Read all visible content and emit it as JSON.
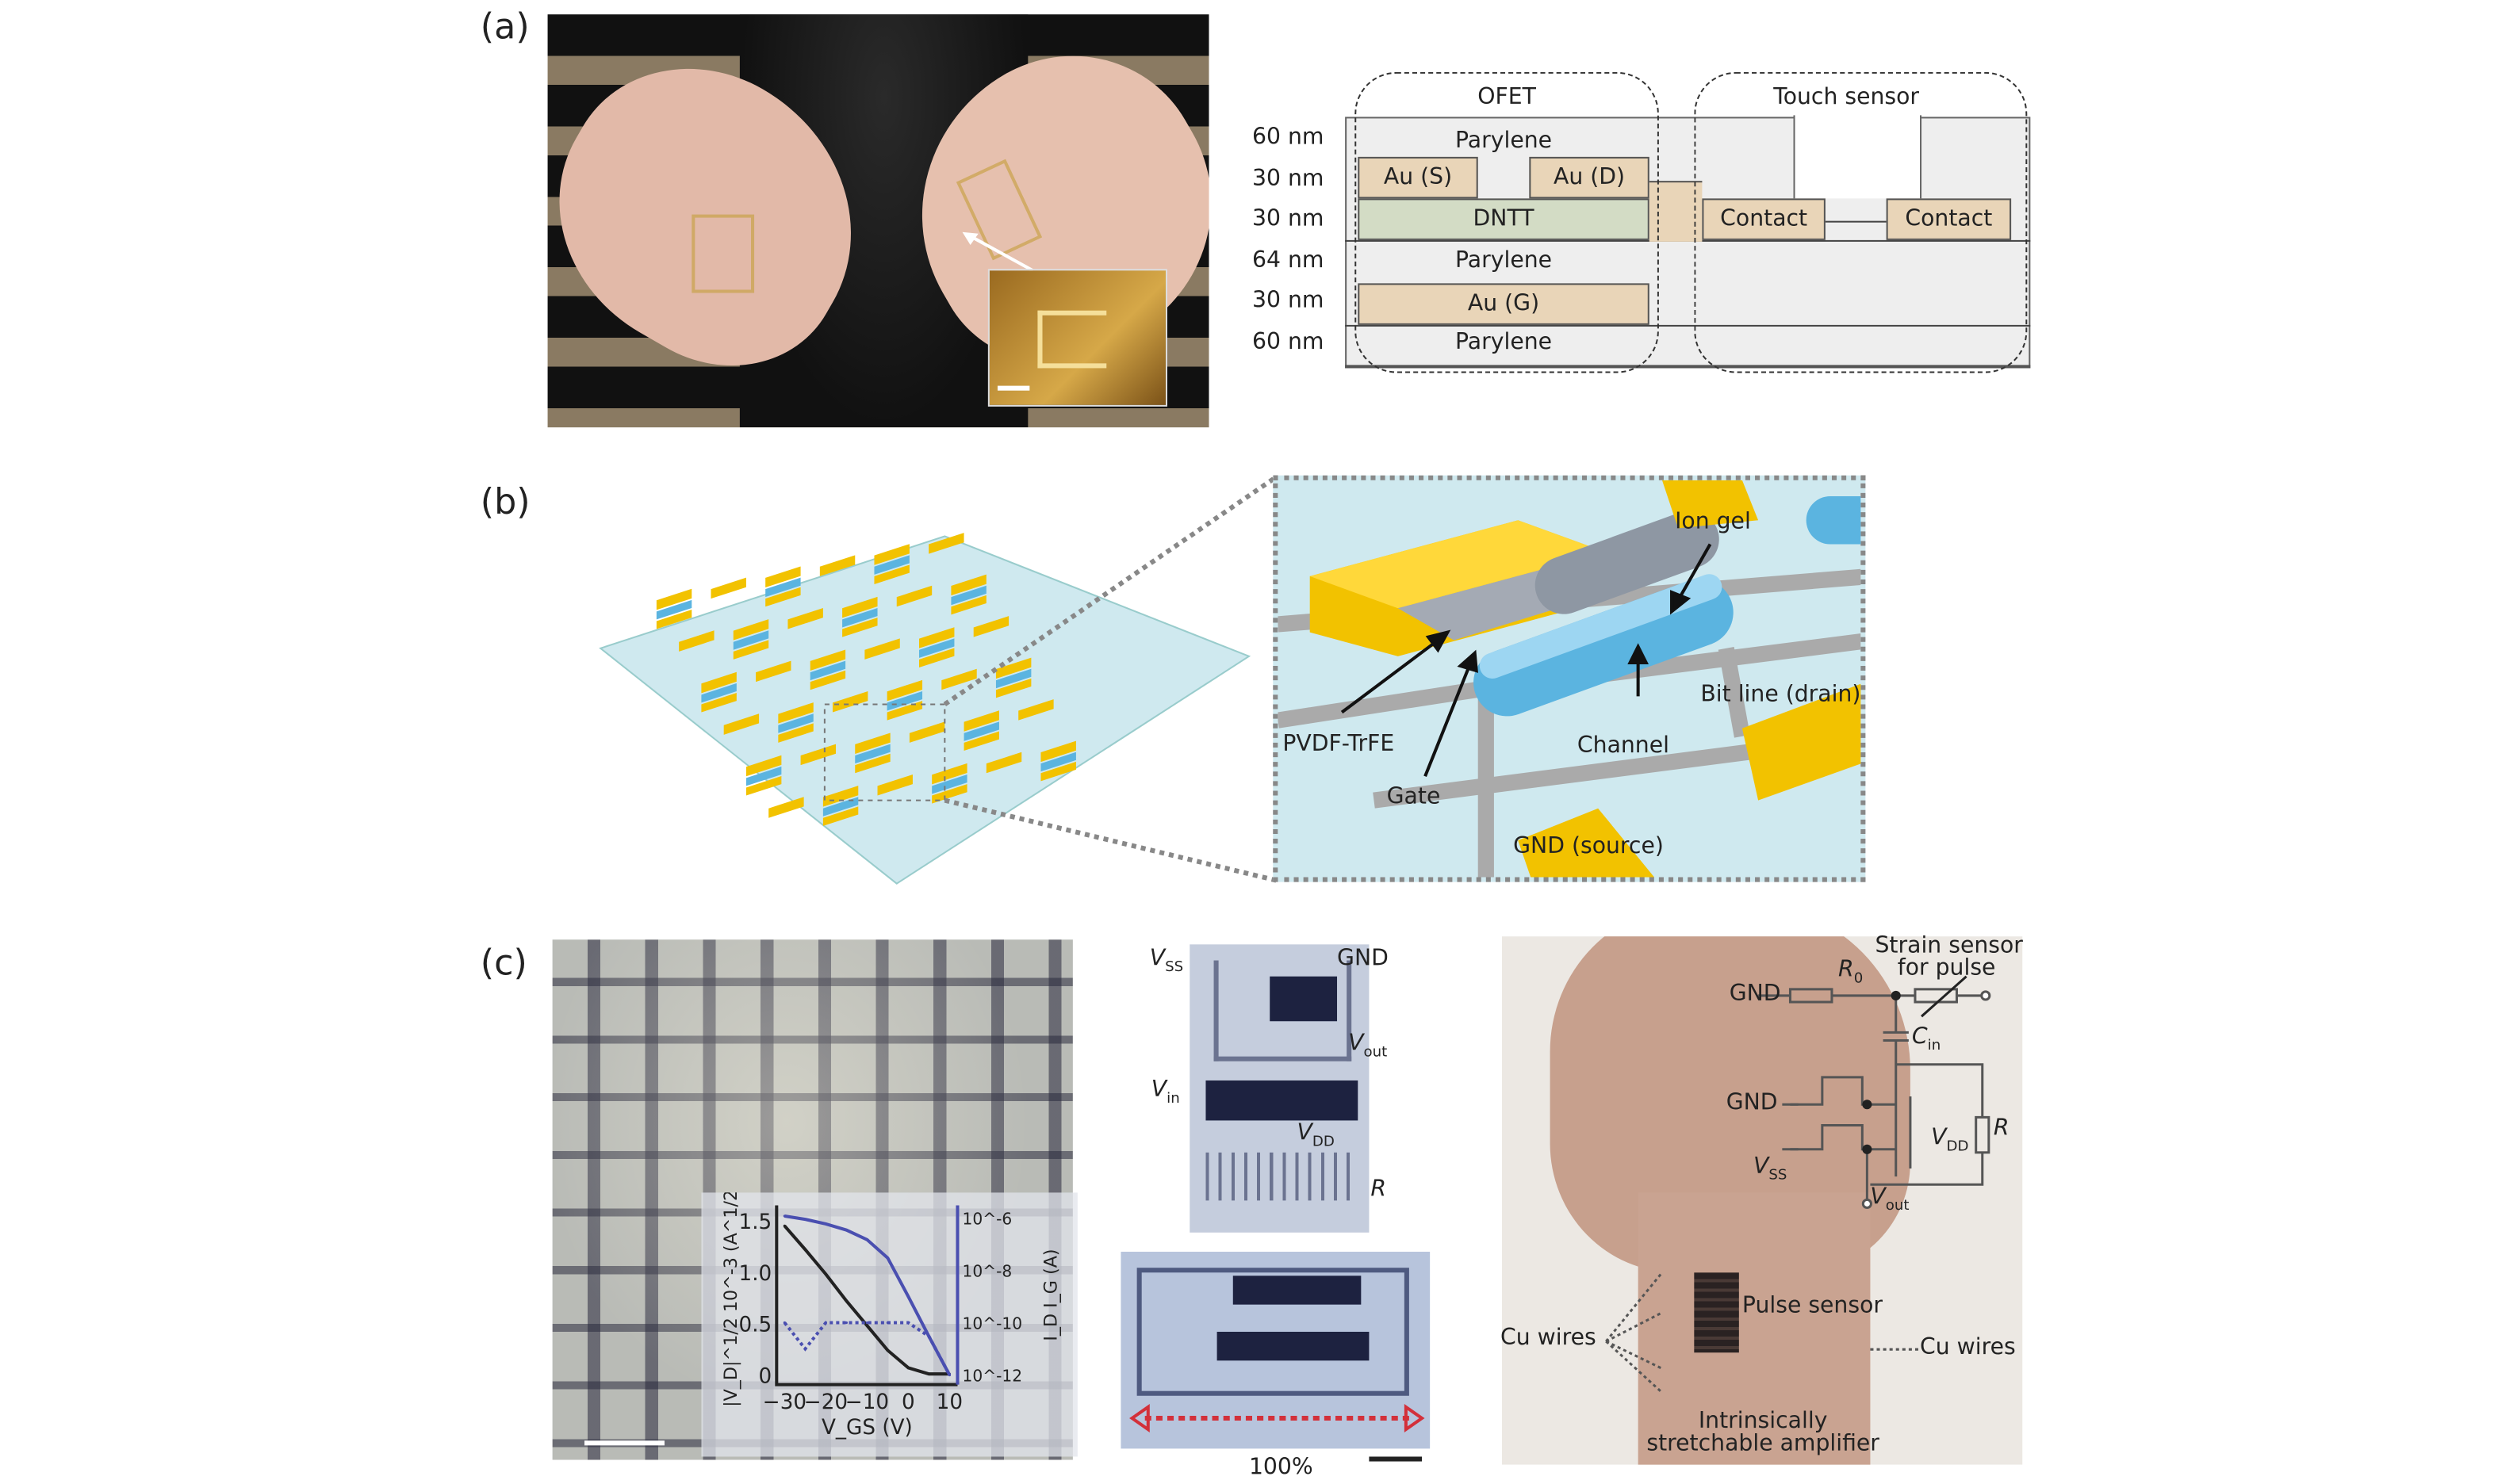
{
  "panel_labels": {
    "a": "(a)",
    "b": "(b)",
    "c": "(c)"
  },
  "panel_a": {
    "layer_thicknesses": [
      "60 nm",
      "30 nm",
      "30 nm",
      "64 nm",
      "30 nm",
      "60 nm"
    ],
    "groups": {
      "ofet": "OFET",
      "touch": "Touch sensor"
    },
    "layers": {
      "parylene_top": "Parylene",
      "au_s": "Au (S)",
      "au_d": "Au (D)",
      "dntt": "DNTT",
      "parylene_mid": "Parylene",
      "au_g": "Au (G)",
      "parylene_bottom": "Parylene",
      "contact_1": "Contact",
      "contact_2": "Contact"
    },
    "colors": {
      "gold": "#e9d5b8",
      "dntt": "#d3dcc5",
      "parylene": "#eeeeee"
    }
  },
  "panel_b": {
    "labels": {
      "ion_gel": "Ion gel",
      "bit_line": "Bit line (drain)",
      "pvdf": "PVDF-TrFE",
      "channel": "Channel",
      "gate": "Gate",
      "gnd_source": "GND (source)"
    },
    "colors": {
      "electrode": "#f2c200",
      "channel": "#5bb4e0",
      "substrate": "#cfe9ef"
    }
  },
  "panel_c": {
    "inset_plot": {
      "y_left_label": "|V_D|^1/2 10^-3 (A^1/2)",
      "y_left_ticks": [
        "1.5",
        "1.0",
        "0.5",
        "0"
      ],
      "y_right_label": "I_D I_G (A)",
      "y_right_ticks": [
        "10^-6",
        "10^-8",
        "10^-10",
        "10^-12"
      ],
      "x_label": "V_GS (V)",
      "x_ticks": [
        "−30",
        "−20",
        "−10",
        "0",
        "10"
      ]
    },
    "circuit_labels": {
      "vss": "SS",
      "gnd": "GND",
      "vout": "out",
      "vin": "in",
      "vdd": "DD",
      "r": "R"
    },
    "strain_label": "100%",
    "wrist": {
      "gnd1": "GND",
      "r0": "0",
      "strain_sensor": "Strain sensor",
      "for_pulse": "for pulse",
      "cin": "in",
      "gnd2": "GND",
      "r": "R",
      "vdd": "DD",
      "vss": "SS",
      "vout": "out",
      "pulse_sensor": "Pulse sensor",
      "cu_wires_left": "Cu wires",
      "cu_wires_right": "Cu wires",
      "amp_line1": "Intrinsically",
      "amp_line2": "stretchable amplifier"
    }
  },
  "chart_data": {
    "type": "line",
    "title": "",
    "xlabel": "V_GS (V)",
    "ylabel": "|V_D|^1/2 10^-3 (A^1/2)",
    "y2label": "I_D I_G (A)",
    "xlim": [
      -32,
      12
    ],
    "ylim": [
      0,
      1.65
    ],
    "y2lim": [
      1e-12,
      1e-06
    ],
    "y2scale": "log",
    "x": [
      -30,
      -25,
      -20,
      -15,
      -10,
      -5,
      0,
      5,
      10
    ],
    "series": [
      {
        "axis": "left",
        "color": "#222222",
        "values": [
          1.45,
          1.22,
          0.98,
          0.72,
          0.48,
          0.24,
          0.07,
          0.01,
          0.01
        ]
      },
      {
        "axis": "right",
        "color": "#4a4fb0",
        "values": [
          1.2e-06,
          9e-07,
          6e-07,
          3.5e-07,
          1.5e-07,
          3e-08,
          1e-09,
          3e-11,
          1e-12
        ]
      },
      {
        "axis": "right",
        "color": "#4a4fb0",
        "style": "dotted",
        "values": [
          1e-10,
          1e-11,
          1e-10,
          1e-10,
          1e-10,
          1e-10,
          1e-10,
          3e-11,
          1e-12
        ]
      }
    ]
  }
}
